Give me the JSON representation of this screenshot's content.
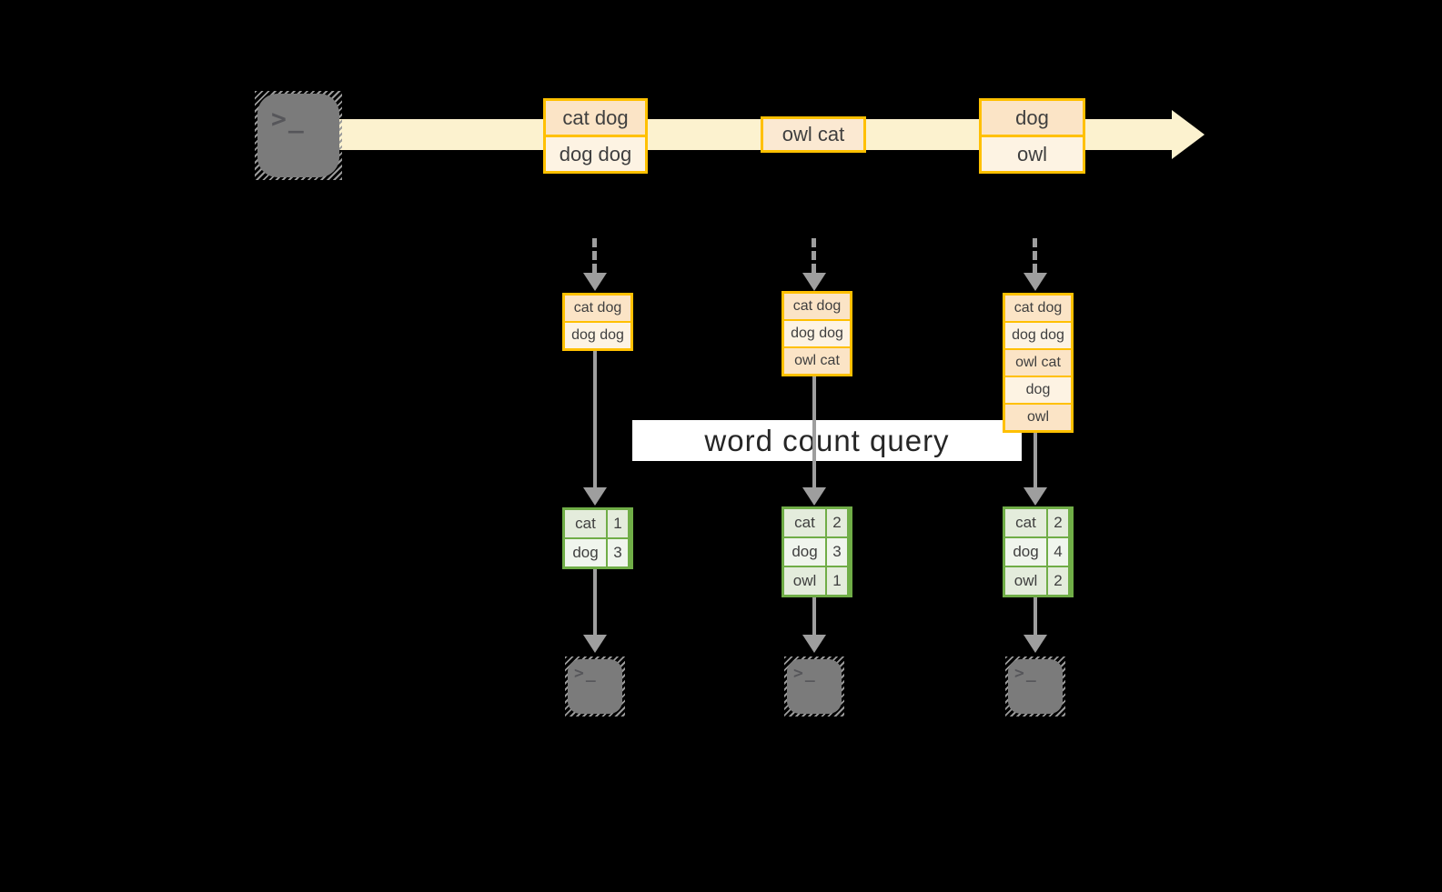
{
  "icons": {
    "terminal_glyph": ">_"
  },
  "stream": {
    "events": [
      {
        "cells": [
          "cat dog",
          "dog dog"
        ]
      },
      {
        "cells": [
          "owl cat"
        ]
      },
      {
        "cells": [
          "dog",
          "owl"
        ]
      }
    ]
  },
  "buffers": [
    {
      "cells": [
        "cat dog",
        "dog dog"
      ]
    },
    {
      "cells": [
        "cat dog",
        "dog dog",
        "owl cat"
      ]
    },
    {
      "cells": [
        "cat dog",
        "dog dog",
        "owl cat",
        "dog",
        "owl"
      ]
    }
  ],
  "query": {
    "label": "word count query"
  },
  "result_tables": [
    {
      "rows": [
        {
          "word": "cat",
          "count": "1"
        },
        {
          "word": "dog",
          "count": "3"
        }
      ]
    },
    {
      "rows": [
        {
          "word": "cat",
          "count": "2"
        },
        {
          "word": "dog",
          "count": "3"
        },
        {
          "word": "owl",
          "count": "1"
        }
      ]
    },
    {
      "rows": [
        {
          "word": "cat",
          "count": "2"
        },
        {
          "word": "dog",
          "count": "4"
        },
        {
          "word": "owl",
          "count": "2"
        }
      ]
    }
  ],
  "colors": {
    "accent_gold": "#ffc000",
    "cell_peach": "#fbe4c6",
    "cell_cream": "#fdf3e3",
    "band_yellow": "#fcf2cf",
    "table_green": "#70ad47",
    "green_cell_dark": "#e4ecdc",
    "green_cell_light": "#f0f5ed",
    "arrow_gray": "#9e9e9e",
    "terminal_gray": "#7b7b7b",
    "query_band_bg": "#ffffff",
    "text": "#3f3f3f"
  }
}
